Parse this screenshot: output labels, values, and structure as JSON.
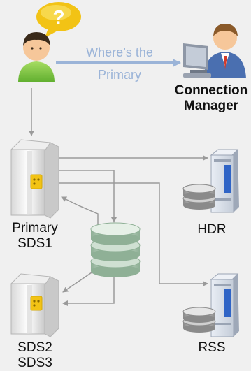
{
  "question_mark": "?",
  "query": {
    "line1": "Where’s the",
    "line2": "Primary"
  },
  "connection_manager": {
    "line1": "Connection",
    "line2": "Manager"
  },
  "primary": {
    "line1": "Primary",
    "line2": "SDS1"
  },
  "secondaries": {
    "line1": "SDS2",
    "line2": "SDS3"
  },
  "hdr": {
    "label": "HDR"
  },
  "rss": {
    "label": "RSS"
  },
  "colors": {
    "background": "#f0f0f0",
    "arrow_gray": "#9a9a9a",
    "query_arrow": "#9bb4d8",
    "bubble_yellow": "#f2c315",
    "shared_disk_green": "#bcd3c0"
  }
}
